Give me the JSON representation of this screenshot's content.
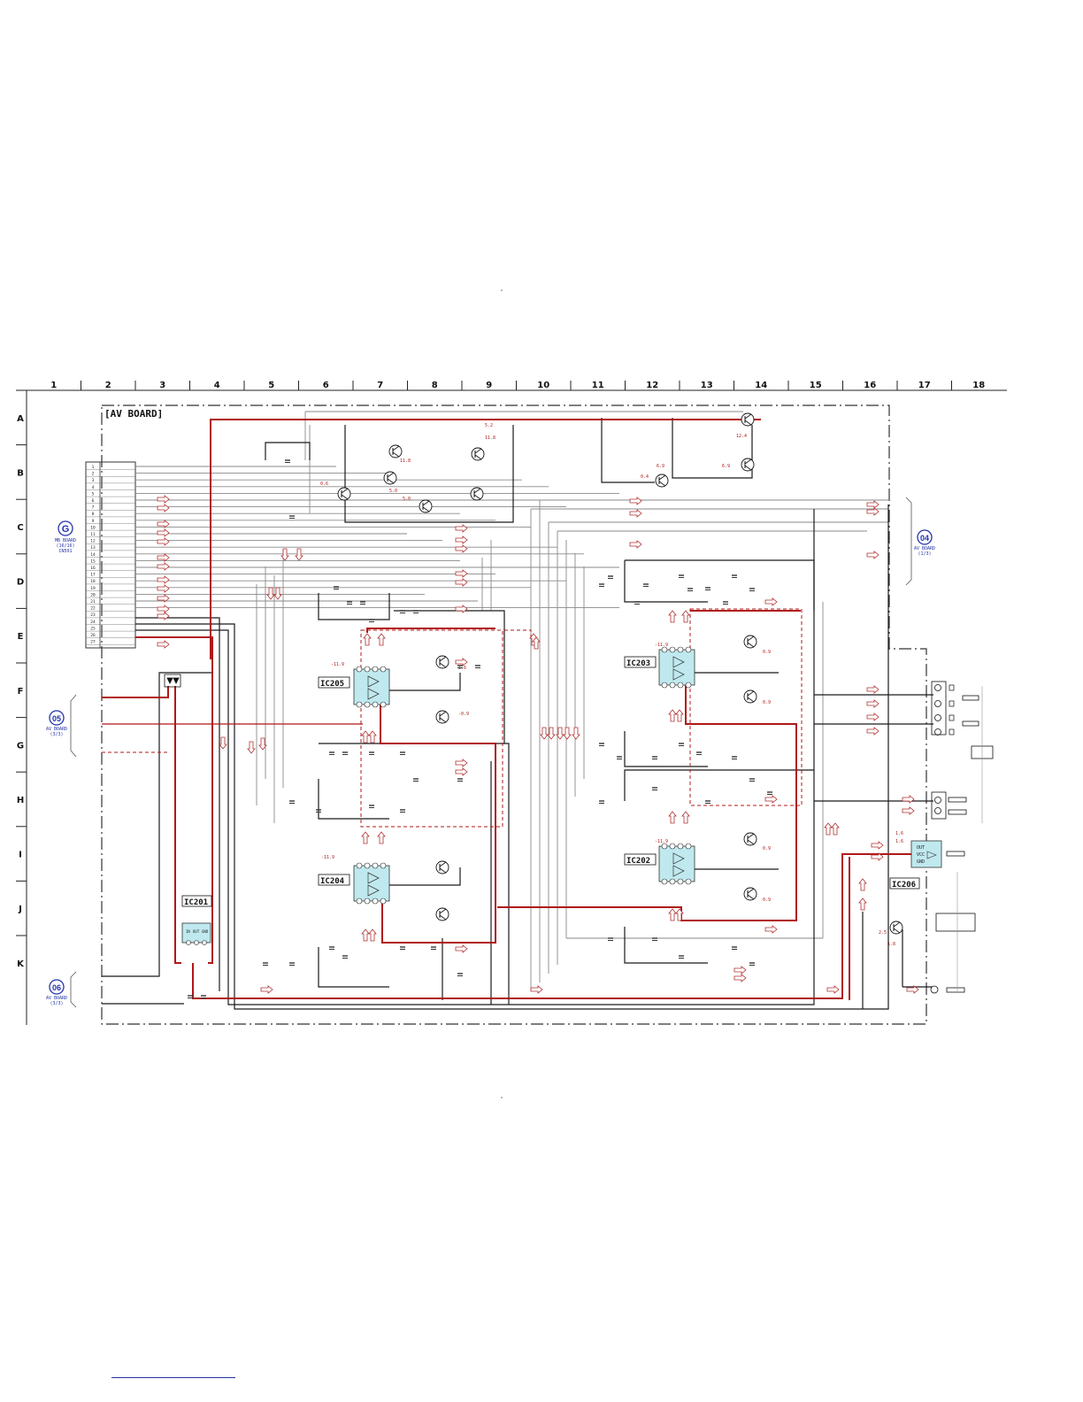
{
  "board_title": "[AV BOARD]",
  "columns": [
    "1",
    "2",
    "3",
    "4",
    "5",
    "6",
    "7",
    "8",
    "9",
    "10",
    "11",
    "12",
    "13",
    "14",
    "15",
    "16",
    "17",
    "18"
  ],
  "rows": [
    "A",
    "B",
    "C",
    "D",
    "E",
    "F",
    "G",
    "H",
    "I",
    "J",
    "K"
  ],
  "connector_left": {
    "ref_letter": "G",
    "board": "MB BOARD",
    "sheet": "(16/16)",
    "connector": "CN501",
    "pins": [
      "1",
      "2",
      "3",
      "4",
      "5",
      "6",
      "7",
      "8",
      "9",
      "10",
      "11",
      "12",
      "13",
      "14",
      "15",
      "16",
      "17",
      "18",
      "19",
      "20",
      "21",
      "22",
      "23",
      "24",
      "25",
      "26",
      "27"
    ]
  },
  "offpage_refs": [
    {
      "num": "05",
      "board": "AV BOARD",
      "sheet": "(3/3)"
    },
    {
      "num": "06",
      "board": "AV BOARD",
      "sheet": "(3/3)"
    },
    {
      "num": "04",
      "board": "AV BOARD",
      "sheet": "(1/3)"
    }
  ],
  "ics": [
    "IC205",
    "IC204",
    "IC203",
    "IC202",
    "IC201",
    "IC206"
  ],
  "ic206_pins": [
    "OUT",
    "VCC",
    "GND"
  ],
  "ic201_pins": [
    "IN",
    "OUT",
    "GND"
  ],
  "voltage_labels": [
    "12.4",
    "0.6",
    "6.9",
    "0.4",
    "5.0",
    "11.8",
    "11.8",
    "-11.9",
    "-11.9",
    "-11.9",
    "0.9",
    "0.9",
    "0.9",
    "-0.9",
    "1.6",
    "1.6",
    "1.6",
    "5.2",
    "-11.9",
    "0.9",
    "2.5",
    "1.8",
    "6.9",
    "5.0"
  ],
  "colors": {
    "wire_black": "#1a1a1a",
    "wire_red": "#b01818",
    "wire_gray": "#8a8a8a",
    "ic_fill": "#bfe9ee",
    "ref_blue": "#2233aa",
    "arrow_red": "#b03030"
  }
}
